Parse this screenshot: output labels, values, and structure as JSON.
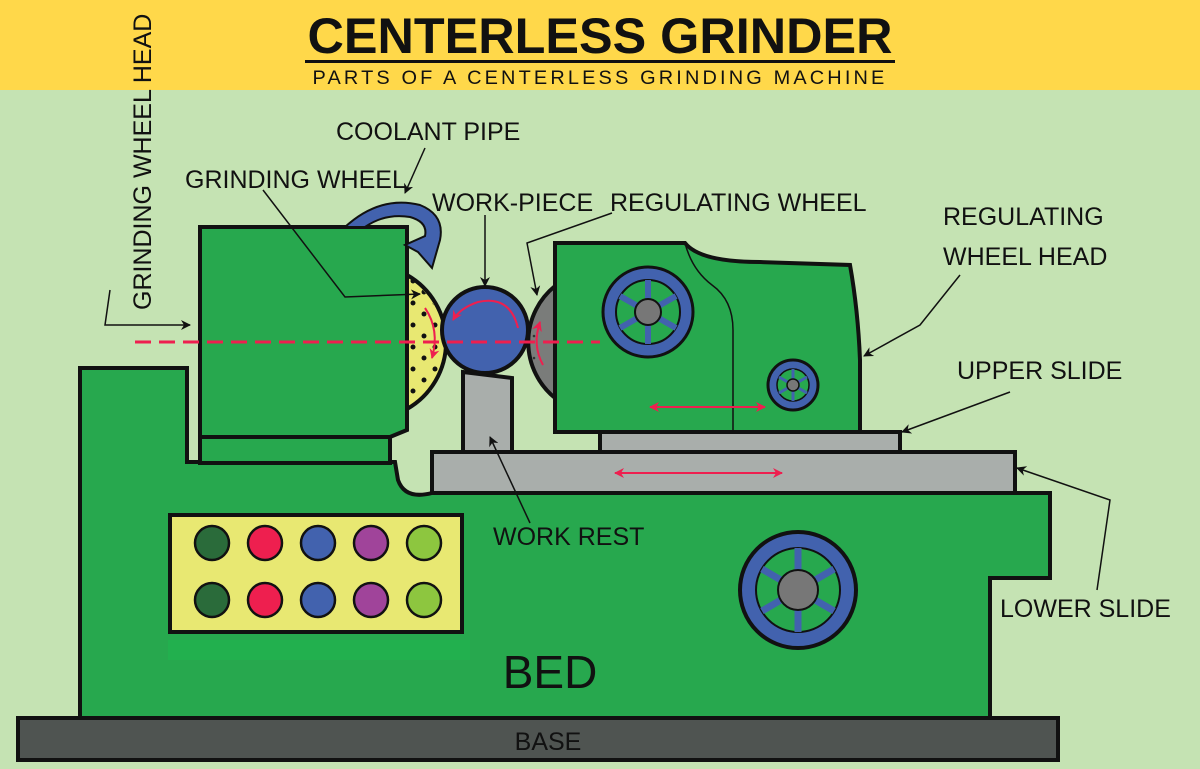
{
  "header": {
    "title": "CENTERLESS GRINDER",
    "subtitle": "PARTS OF A CENTERLESS GRINDING MACHINE"
  },
  "labels": {
    "grinding_wheel_head": "GRINDING WHEEL HEAD",
    "coolant_pipe": "COOLANT PIPE",
    "grinding_wheel": "GRINDING WHEEL",
    "work_piece": "WORK-PIECE",
    "regulating_wheel": "REGULATING WHEEL",
    "regulating_wheel_head_1": "REGULATING",
    "regulating_wheel_head_2": "WHEEL HEAD",
    "upper_slide": "UPPER SLIDE",
    "work_rest": "WORK REST",
    "lower_slide": "LOWER SLIDE",
    "bed": "BED",
    "base": "BASE"
  },
  "colors": {
    "header_bg": "#FFD84A",
    "background": "#C5E3B3",
    "machine_green": "#27A84E",
    "wheel_blue": "#4262AE",
    "slide_grey": "#A9AEAB",
    "base_dark": "#4F5451",
    "axis_red": "#EE1F4F",
    "panel_buttons": [
      "#2A6B3A",
      "#EE1F4F",
      "#4262AE",
      "#A0449A",
      "#8DC63F"
    ]
  }
}
